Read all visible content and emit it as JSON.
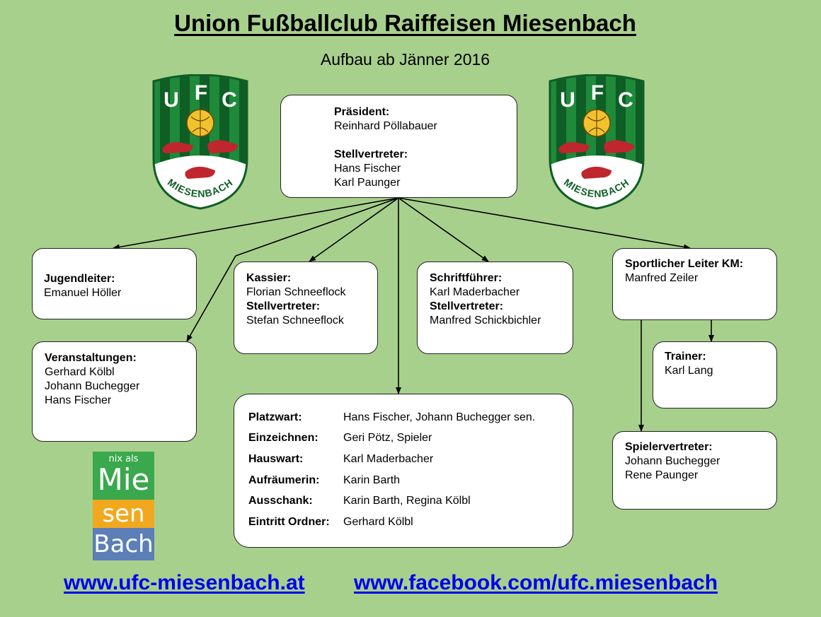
{
  "header": {
    "title": "Union Fußballclub Raiffeisen Miesenbach",
    "subtitle": "Aufbau ab Jänner 2016"
  },
  "crest": {
    "letters": [
      "U",
      "F",
      "C"
    ],
    "ribbon_text": "MIESENBACH"
  },
  "president_box": {
    "president_label": "Präsident:",
    "president_name": "Reinhard Pöllabauer",
    "deputy_label": "Stellvertreter:",
    "deputies": [
      "Hans Fischer",
      "Karl Paunger"
    ]
  },
  "youth_box": {
    "label": "Jugendleiter:",
    "name": "Emanuel Höller"
  },
  "events_box": {
    "label": "Veranstaltungen:",
    "names": [
      "Gerhard Kölbl",
      "Johann Buchegger",
      "Hans Fischer"
    ]
  },
  "treasurer_box": {
    "label": "Kassier:",
    "name": "Florian Schneeflock",
    "deputy_label": "Stellvertreter:",
    "deputy_name": "Stefan Schneeflock"
  },
  "secretary_box": {
    "label": "Schriftführer:",
    "name": "Karl Maderbacher",
    "deputy_label": "Stellvertreter:",
    "deputy_name": "Manfred Schickbichler"
  },
  "sports_box": {
    "label": "Sportlicher Leiter KM:",
    "name": "Manfred Zeiler"
  },
  "trainer_box": {
    "label": "Trainer:",
    "name": "Karl Lang"
  },
  "players_box": {
    "label": "Spielervertreter:",
    "names": [
      "Johann Buchegger",
      "Rene Paunger"
    ]
  },
  "duties_box": {
    "rows": [
      {
        "role": "Platzwart:",
        "names": "Hans Fischer, Johann Buchegger sen."
      },
      {
        "role": "Einzeichnen:",
        "names": "Geri Pötz, Spieler"
      },
      {
        "role": "Hauswart:",
        "names": "Karl Maderbacher"
      },
      {
        "role": "Aufräumerin:",
        "names": "Karin Barth"
      },
      {
        "role": "Ausschank:",
        "names": "Karin Barth, Regina Kölbl"
      },
      {
        "role": "Eintritt Ordner:",
        "names": "Gerhard Kölbl"
      }
    ]
  },
  "nix_als_logo": {
    "top": "nix als",
    "line1": "Mie",
    "line2": "sen",
    "line3": "Bach"
  },
  "footer": {
    "website": "www.ufc-miesenbach.at",
    "facebook": "www.facebook.com/ufc.miesenbach"
  },
  "colors": {
    "background": "#a8d08d",
    "crest_green": "#1e8a3a",
    "crest_dark": "#0f5e26",
    "ball": "#f2c12e",
    "boot": "#c0262d",
    "link": "#0000ee",
    "logo_green": "#3aa84c",
    "logo_orange": "#f2a81e",
    "logo_blue": "#5b7fb6"
  }
}
